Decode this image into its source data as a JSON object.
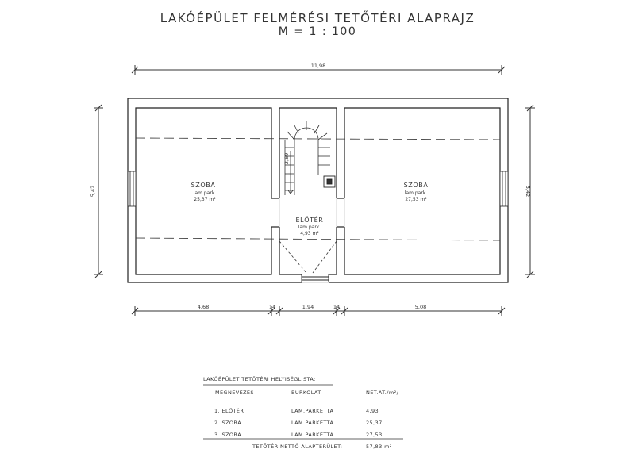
{
  "title": "LAKÓÉPÜLET FELMÉRÉSI TETŐTÉRI ALAPRAJZ",
  "scale": "M = 1 : 100",
  "dimensions": {
    "overall_width": "11,98",
    "left_height": "5,42",
    "right_height": "5,42",
    "stair_length": "2,69",
    "bottom": [
      "4,68",
      "14",
      "1,94",
      "14",
      "5,08"
    ]
  },
  "rooms": {
    "left": {
      "name": "SZOBA",
      "floor": "lam.park.",
      "area": "25,37 m²"
    },
    "right": {
      "name": "SZOBA",
      "floor": "lam.park.",
      "area": "27,53 m²"
    },
    "hall": {
      "name": "ELŐTÉR",
      "floor": "lam.park.",
      "area": "4,93 m²"
    }
  },
  "schedule": {
    "heading": "LAKÓÉPÜLET TETŐTÉRI HELYISÉGLISTA:",
    "columns": [
      "MEGNEVEZÉS",
      "BURKOLAT",
      "NET.AT./m²/"
    ],
    "rows": [
      {
        "name": "1. ELŐTÉR",
        "floor": "LAM.PARKETTA",
        "area": "4,93"
      },
      {
        "name": "2. SZOBA",
        "floor": "LAM.PARKETTA",
        "area": "25,37"
      },
      {
        "name": "3. SZOBA",
        "floor": "LAM.PARKETTA",
        "area": "27,53"
      }
    ],
    "total_label": "TETŐTÉR NETTÓ ALAPTERÜLET:",
    "total_value": "57,83 m²"
  }
}
